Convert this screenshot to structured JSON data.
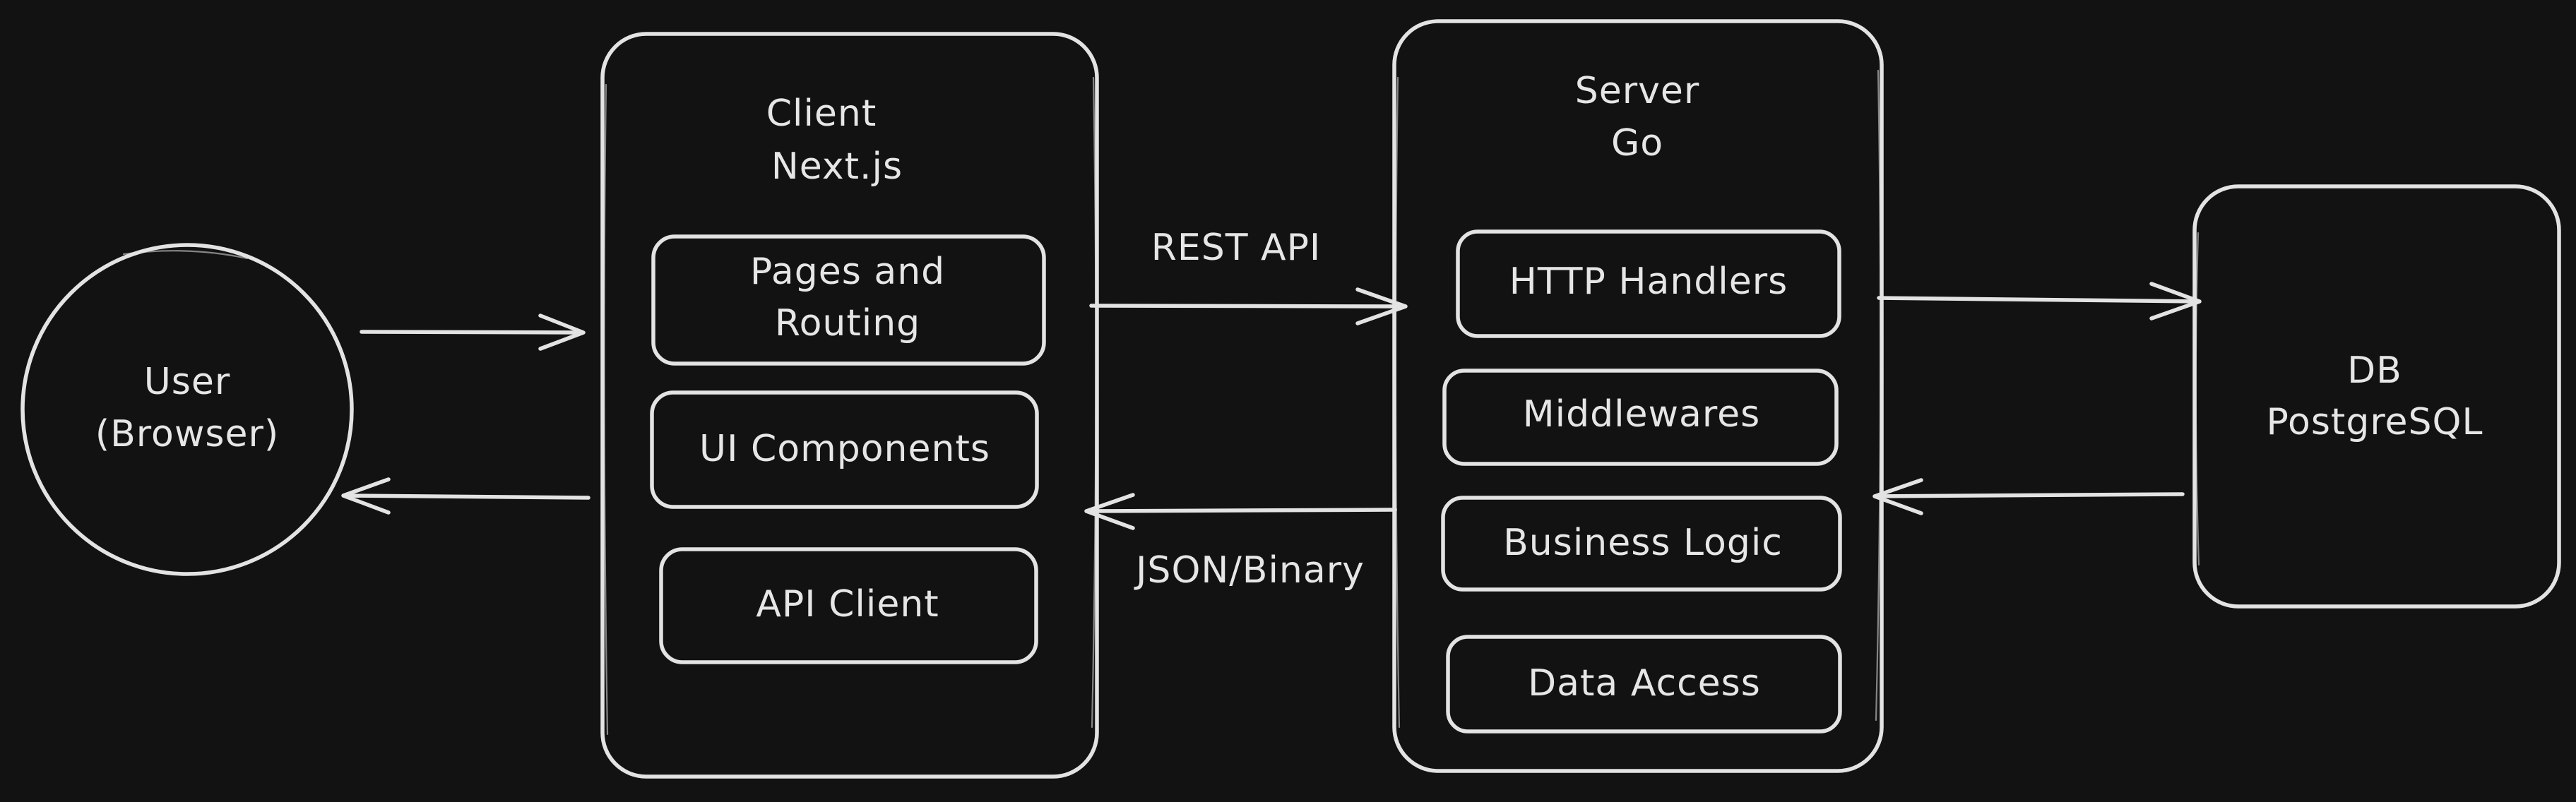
{
  "diagram": {
    "user": {
      "line1": "User",
      "line2": "(Browser)"
    },
    "client": {
      "title1": "Client",
      "title2": "Next.js",
      "pages1": "Pages and",
      "pages2": "Routing",
      "ui": "UI Components",
      "api": "API Client"
    },
    "server": {
      "title1": "Server",
      "title2": "Go",
      "http": "HTTP Handlers",
      "middlewares": "Middlewares",
      "business": "Business Logic",
      "data": "Data Access"
    },
    "db": {
      "line1": "DB",
      "line2": "PostgreSQL"
    },
    "edges": {
      "rest": "REST API",
      "json": "JSON/Binary"
    },
    "colors": {
      "background": "#121212",
      "stroke": "#e3e3e3",
      "text": "#e6e6e6"
    }
  }
}
